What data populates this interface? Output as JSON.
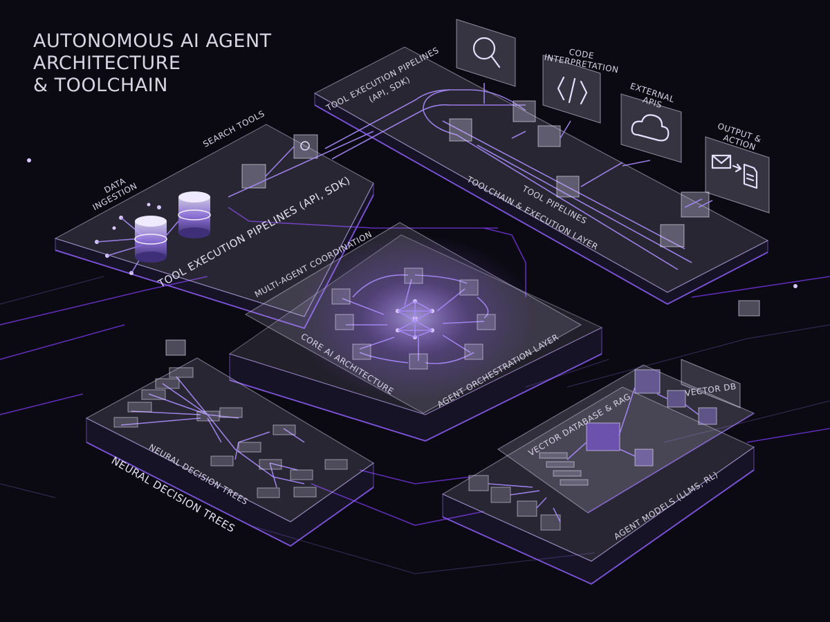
{
  "title": {
    "line1": "AUTONOMOUS AI AGENT",
    "line2": "ARCHITECTURE",
    "line3": "& TOOLCHAIN"
  },
  "labels": {
    "data_ingestion_1": "DATA",
    "data_ingestion_2": "INGESTION",
    "search_tools": "SEARCH TOOLS",
    "left_pipeline": "TOOL EXECUTION PIPELINES (API, SDK)",
    "top_pipeline_1": "TOOL EXECUTION PIPELINES",
    "top_pipeline_2": "(API, SDK)",
    "code_1": "CODE",
    "code_2": "INTERPRETATION",
    "external_1": "EXTERNAL",
    "external_2": "APIS",
    "output_1": "OUTPUT &",
    "output_2": "ACTION",
    "tool_pipelines": "TOOL PIPELINES",
    "toolchain_layer": "TOOLCHAIN & EXECUTION LAYER",
    "multi_agent": "MULTI-AGENT COORDINATION",
    "core_ai": "CORE AI ARCHITECTURE",
    "orchestration": "AGENT ORCHESTRATION LAYER",
    "neural_trees_inner": "NEURAL DECISION TREES",
    "neural_trees_outer": "NEURAL DECISION TREES",
    "vector_db": "VECTOR DB",
    "vector_rag": "VECTOR DATABASE & RAG",
    "agent_models": "AGENT MODELS (LLMS, RL)"
  },
  "icons": {
    "search": "magnifier-icon",
    "code": "code-brackets-icon",
    "external": "cloud-icon",
    "output": "mail-to-document-icon"
  },
  "colors": {
    "background": "#0b0a12",
    "accent": "#8b5cf6",
    "accent_light": "#c4b5fd",
    "text": "#d9d6e4"
  }
}
